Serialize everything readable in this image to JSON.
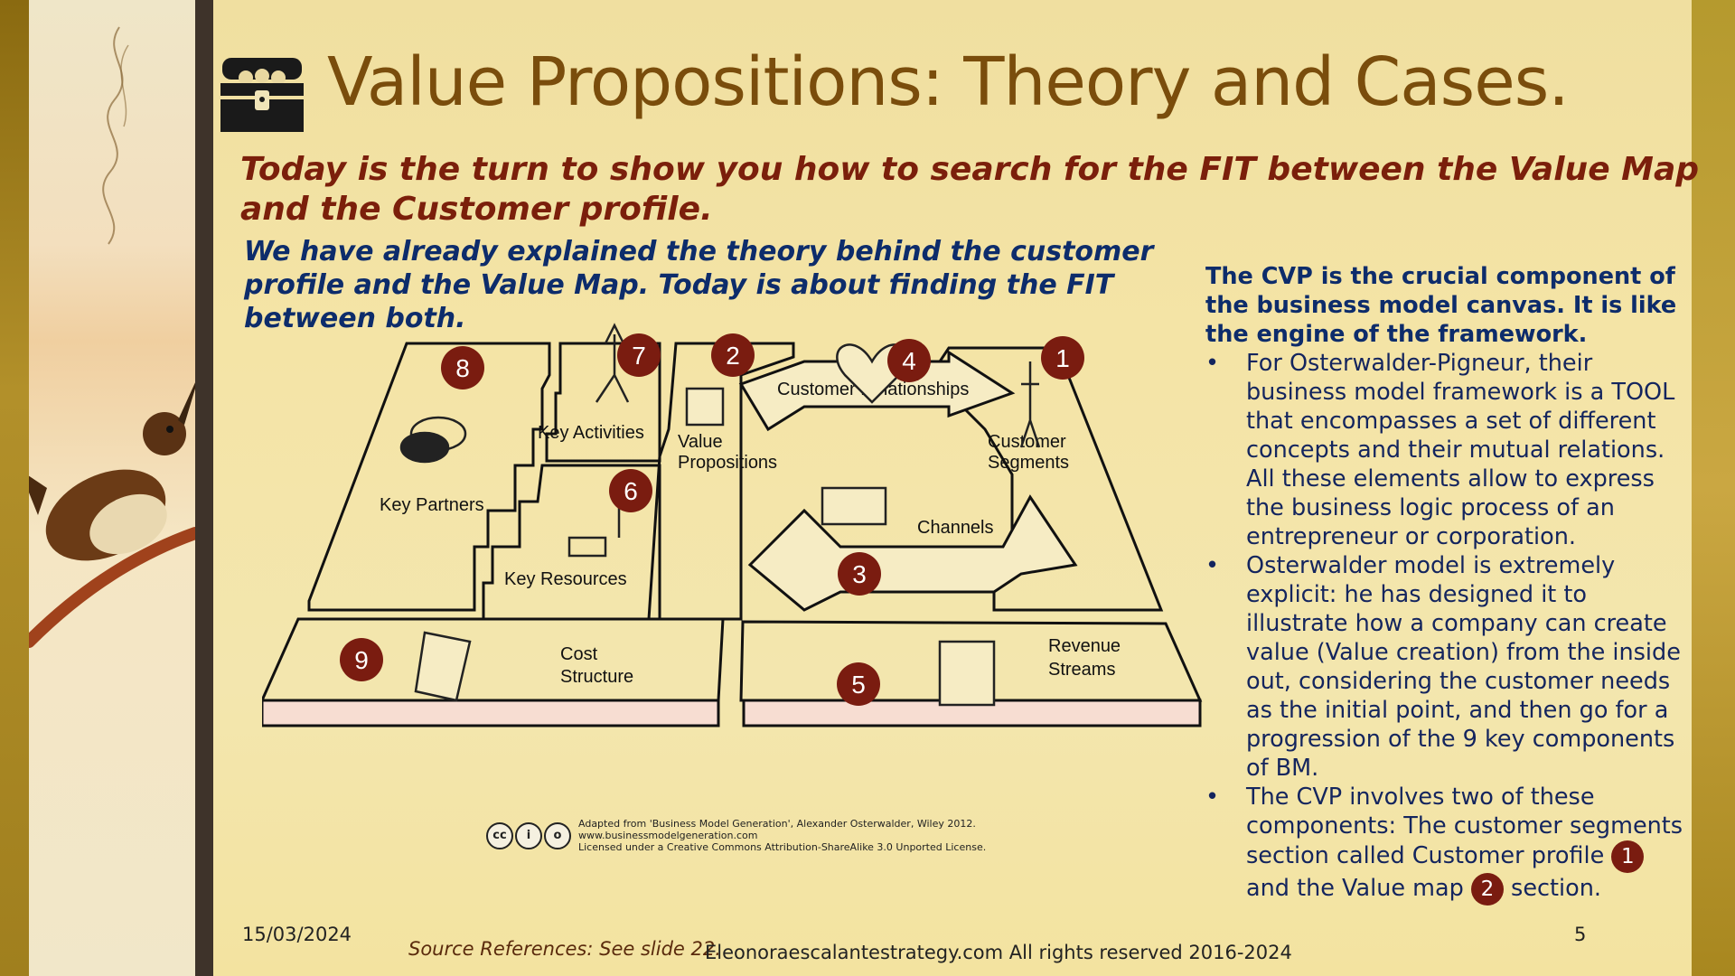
{
  "slide": {
    "title": "Value Propositions: Theory and Cases.",
    "subtitle": "Today is the turn to show you how to search for the FIT between the Value Map and the Customer profile.",
    "intro": "We have already explained the theory behind the customer profile and the Value Map. Today is about finding the FIT between both."
  },
  "right_column": {
    "lead": "The CVP is the crucial component of the business model canvas.  It is like the engine of the framework.",
    "bullet1": "For Osterwalder-Pigneur, their business model framework is  a TOOL that encompasses a set of different concepts and their mutual relations. All these elements allow to express the business logic process of an entrepreneur or corporation.",
    "bullet2": "Osterwalder model is extremely explicit: he has designed it to illustrate how a company can create value (Value creation) from the inside out, considering the customer needs as the initial point, and then go for a progression of the 9 key components of BM.",
    "bullet3_a": "The CVP involves two of these components: The customer segments section called Customer profile",
    "badge1": "1",
    "bullet3_b": "and the Value map",
    "badge2": "2",
    "bullet3_c": "section."
  },
  "canvas": {
    "key_partners": "Key Partners",
    "key_activities": "Key Activities",
    "key_resources": "Key Resources",
    "value_propositions_1": "Value",
    "value_propositions_2": "Propositions",
    "customer_relationships": "Customer Relationships",
    "channels": "Channels",
    "customer_segments_1": "Customer",
    "customer_segments_2": "Segments",
    "cost_structure_1": "Cost",
    "cost_structure_2": "Structure",
    "revenue_streams_1": "Revenue",
    "revenue_streams_2": "Streams",
    "n1": "1",
    "n2": "2",
    "n3": "3",
    "n4": "4",
    "n5": "5",
    "n6": "6",
    "n7": "7",
    "n8": "8",
    "n9": "9"
  },
  "credit": {
    "line1": "Adapted from 'Business Model Generation', Alexander Osterwalder, Wiley 2012.",
    "line2": "www.businessmodelgeneration.com",
    "line3": "Licensed under a Creative Commons Attribution-ShareAlike 3.0 Unported License."
  },
  "footer": {
    "date": "15/03/2024",
    "source": "Source References: See slide 22.",
    "copyright": "Eleonoraescalantestrategy.com  All rights reserved 2016-2024",
    "page": "5"
  },
  "colors": {
    "title": "#7a4d0c",
    "subtitle": "#7b1f0b",
    "intro": "#0d2c6b",
    "badge": "#7a1c10"
  },
  "icons": [
    "treasure-chest-icon",
    "signature-art",
    "bird-illustration",
    "creative-commons-icon"
  ]
}
